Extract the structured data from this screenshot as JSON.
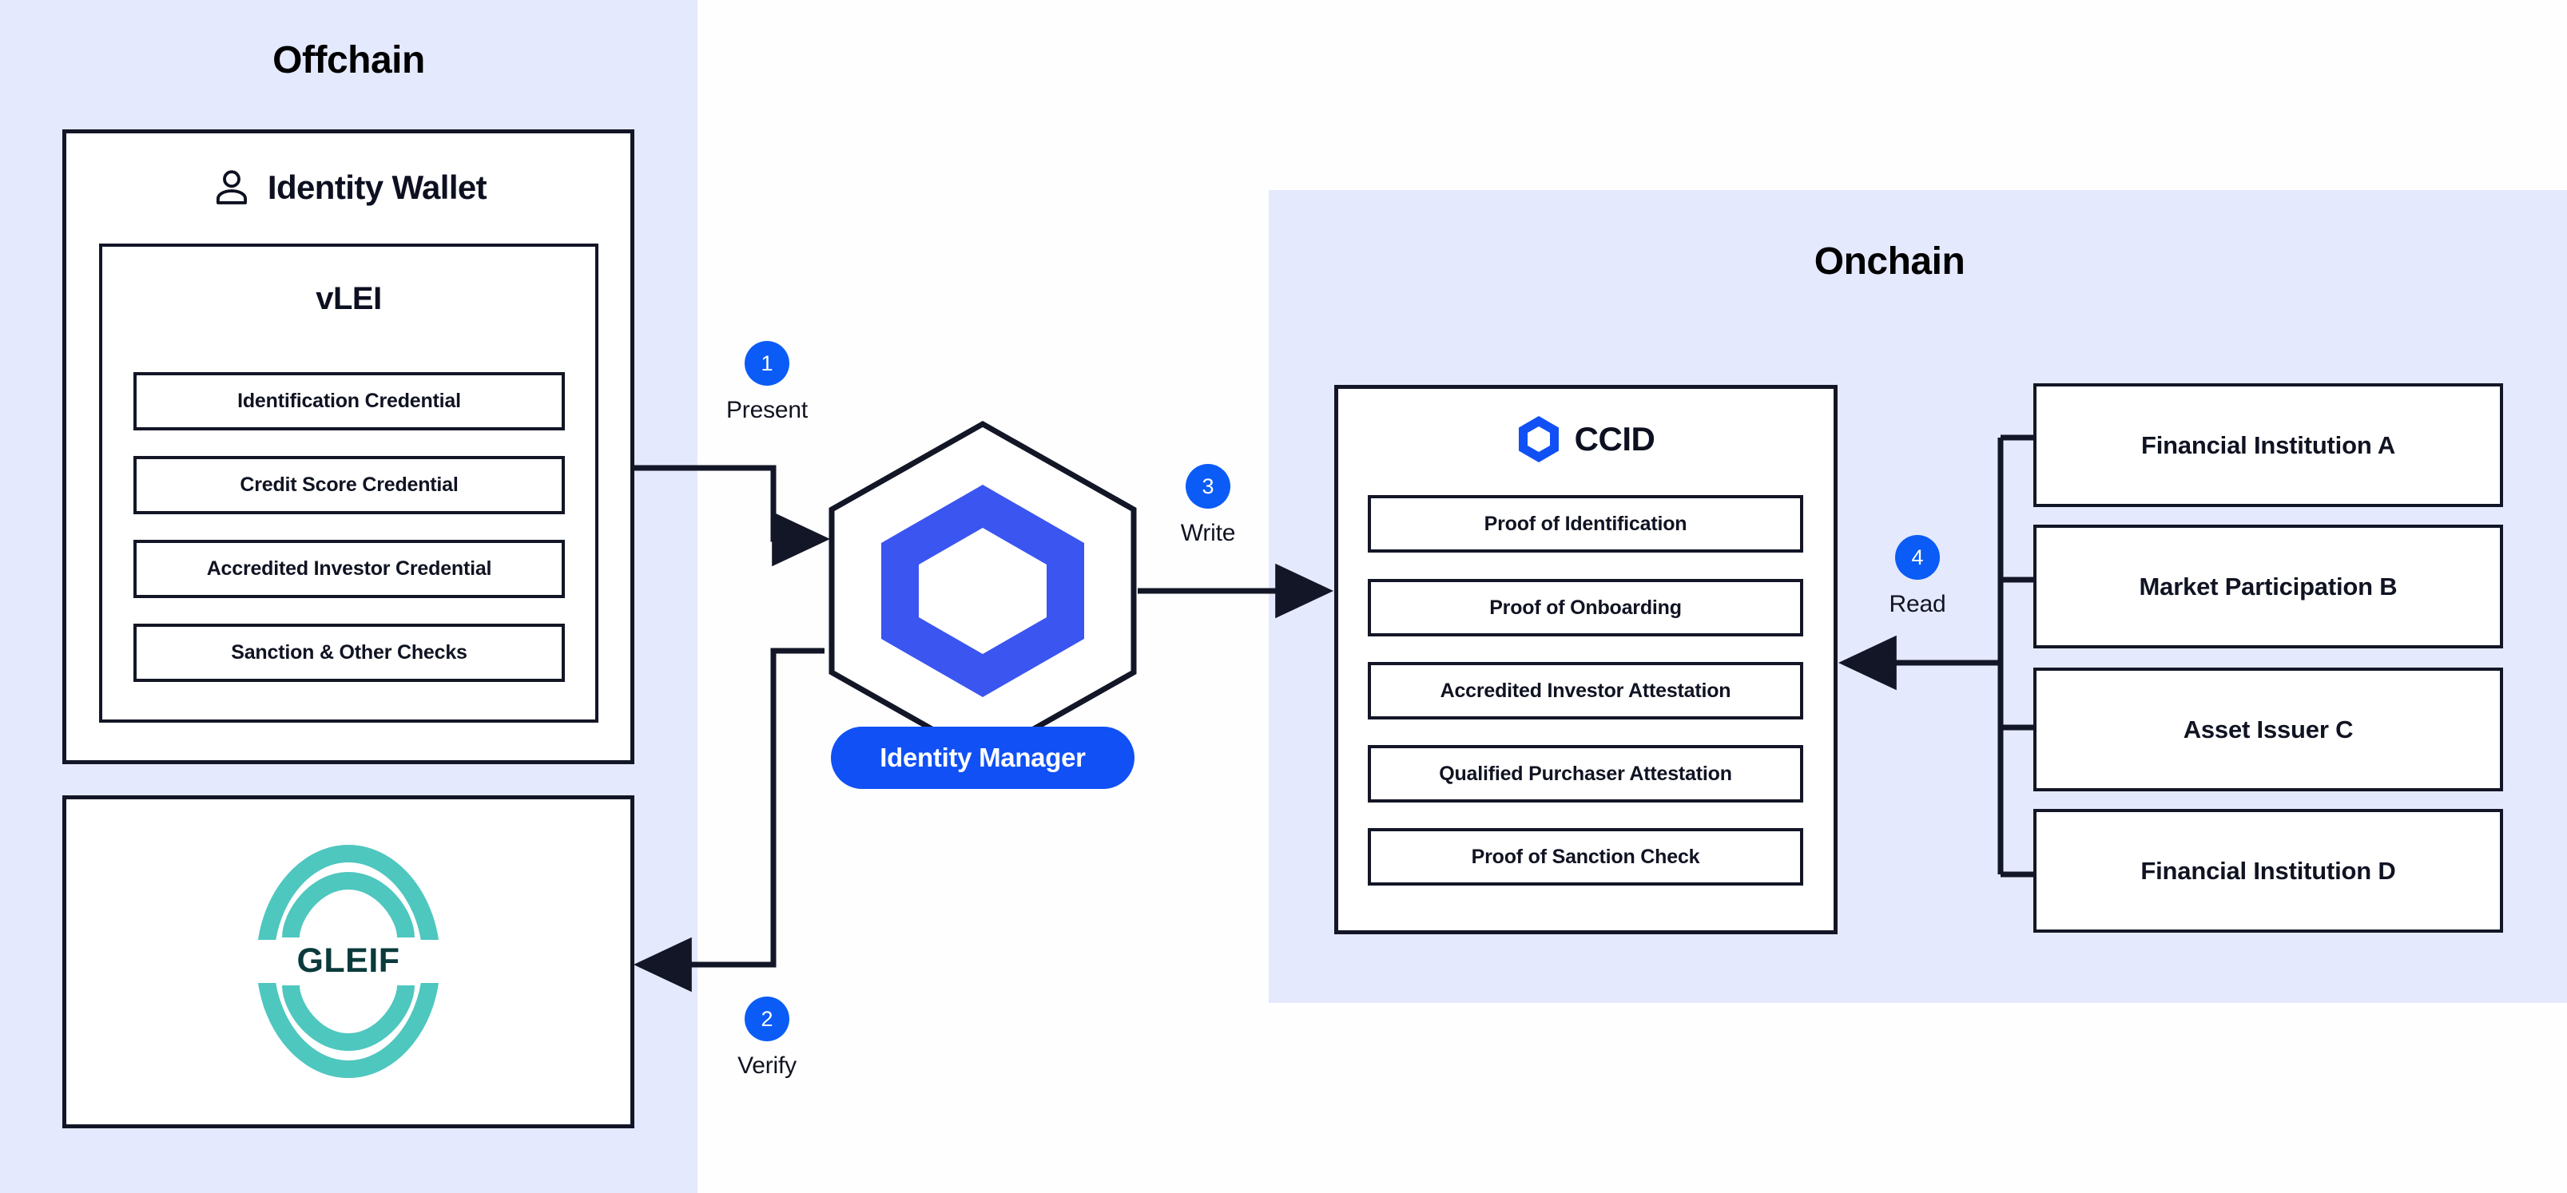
{
  "zones": {
    "offchain": {
      "title": "Offchain",
      "bg": "#e5e9fe"
    },
    "onchain": {
      "title": "Onchain",
      "bg": "#e5e9fe"
    }
  },
  "wallet": {
    "title": "Identity Wallet",
    "icon": "person-icon",
    "vlei": {
      "title": "vLEI",
      "credentials": [
        "Identification Credential",
        "Credit Score Credential",
        "Accredited Investor Credential",
        "Sanction & Other Checks"
      ]
    }
  },
  "gleif": {
    "wordmark": "GLEIF",
    "logo_color": "#4ec7bf",
    "wordmark_color": "#0a3a3c"
  },
  "identity_manager": {
    "label": "Identity Manager",
    "pill_color": "#1050f5",
    "hex_color": "#3b55f0"
  },
  "ccid": {
    "title": "CCID",
    "icon": "hexagon-icon",
    "icon_color": "#1050f5",
    "proofs": [
      "Proof of Identification",
      "Proof of Onboarding",
      "Accredited Investor Attestation",
      "Qualified Purchaser Attestation",
      "Proof of Sanction Check"
    ]
  },
  "participants": [
    "Financial Institution A",
    "Market Participation B",
    "Asset Issuer C",
    "Financial Institution D"
  ],
  "steps": [
    {
      "number": "1",
      "label": "Present"
    },
    {
      "number": "2",
      "label": "Verify"
    },
    {
      "number": "3",
      "label": "Write"
    },
    {
      "number": "4",
      "label": "Read"
    }
  ],
  "colors": {
    "accent_blue": "#0b5cf6",
    "stroke": "#131626",
    "zone_lavender": "#e5e9fe",
    "teal": "#4ec7bf"
  }
}
